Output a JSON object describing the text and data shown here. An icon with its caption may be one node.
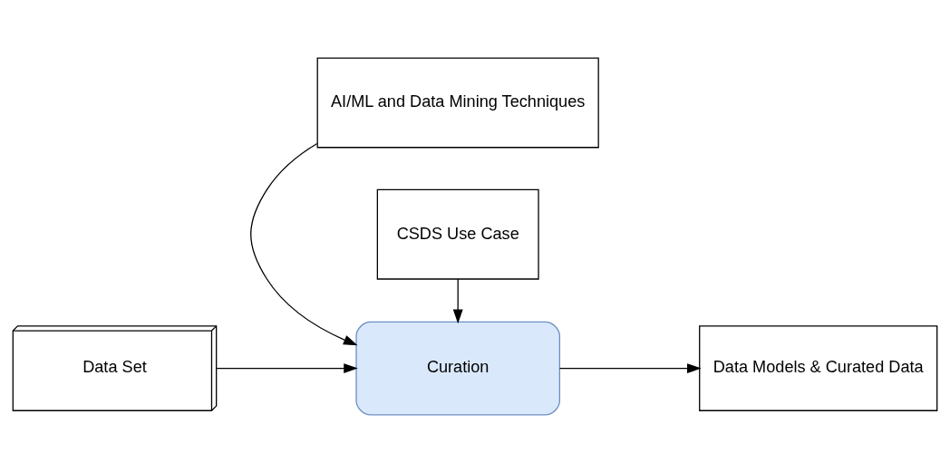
{
  "diagram": {
    "nodes": [
      {
        "text": [
          "AI/ML and Data Mining Techniques"
        ]
      },
      {
        "text": [
          "Data Set"
        ]
      },
      {
        "text": [
          "Curation"
        ]
      },
      {
        "text": [
          "Data Models & Curated Data"
        ]
      },
      {
        "text": [
          "CSDS Use Case"
        ]
      }
    ],
    "edges": [
      {
        "from": 0,
        "to": 2,
        "arrow": "to"
      },
      {
        "from": 1,
        "to": 2,
        "arrow": "to"
      },
      {
        "from": 2,
        "to": 3,
        "arrow": "to"
      },
      {
        "from": 4,
        "to": 2,
        "arrow": "to"
      }
    ]
  }
}
